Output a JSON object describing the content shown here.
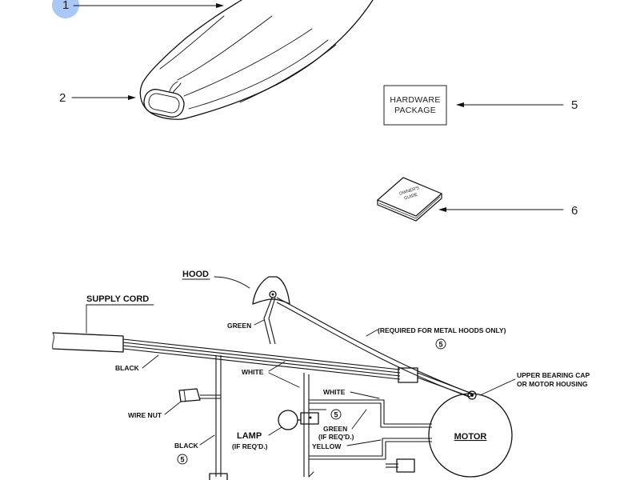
{
  "callouts": {
    "one": "1",
    "two": "2",
    "five": "5",
    "six": "6"
  },
  "hardware_box": {
    "line1": "HARDWARE",
    "line2": "PACKAGE"
  },
  "owners_guide": {
    "line1": "OWNER'S",
    "line2": "GUIDE"
  },
  "wiring": {
    "hood": "HOOD",
    "supply_cord": "SUPPLY CORD",
    "green_top": "GREEN",
    "required_note": "(REQUIRED FOR METAL HOODS ONLY)",
    "circle_ref": "5",
    "black_top": "BLACK",
    "white_center": "WHITE",
    "upper_bearing_1": "UPPER BEARING CAP",
    "upper_bearing_2": "OR MOTOR HOUSING",
    "white_right": "WHITE",
    "wire_nut": "WIRE NUT",
    "lamp": "LAMP",
    "lamp_note": "(IF REQ'D.)",
    "green_req_1": "GREEN",
    "green_req_2": "(IF REQ'D.)",
    "yellow": "YELLOW",
    "motor": "MOTOR",
    "black_bottom": "BLACK"
  },
  "colors": {
    "callout_highlight": "#a9c8f5",
    "ink": "#111111"
  }
}
